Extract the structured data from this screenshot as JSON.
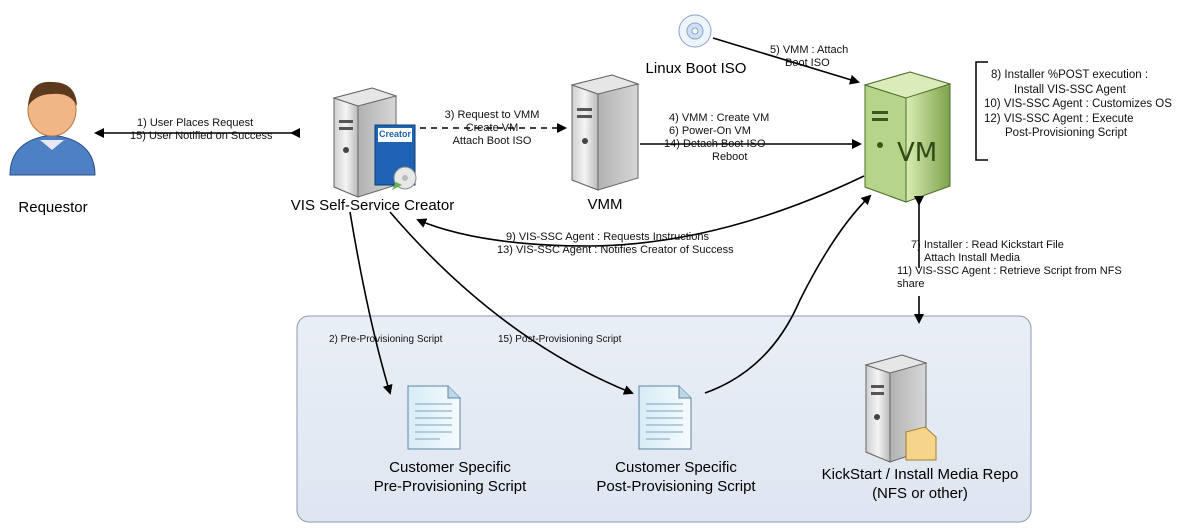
{
  "nodes": {
    "requestor": "Requestor",
    "creator": "VIS Self-Service Creator",
    "vmm": "VMM",
    "iso": "Linux Boot ISO",
    "vm_badge": "VM",
    "script_pre": [
      "Customer Specific",
      "Pre-Provisioning Script"
    ],
    "script_post": [
      "Customer Specific",
      "Post-Provisioning Script"
    ],
    "repo": [
      "KickStart / Install Media Repo",
      "(NFS or other)"
    ],
    "creator_box_title": "Creator"
  },
  "edges": {
    "user": [
      "1) User Places Request",
      "15) User Notified on Success"
    ],
    "creator_vmm": [
      "3) Request to VMM",
      "Create VM",
      "Attach Boot ISO"
    ],
    "vmm_vm": [
      "4) VMM : Create VM",
      "6) Power-On VM",
      "14) Detach Boot ISO",
      "Reboot"
    ],
    "iso_vm": [
      "5) VMM : Attach",
      "Boot ISO"
    ],
    "vm_notes": [
      "8) Installer %POST execution :",
      "Install VIS-SSC Agent",
      "10) VIS-SSC Agent : Customizes OS",
      "12) VIS-SSC Agent : Execute",
      "Post-Provisioning Script"
    ],
    "agent_creator": [
      "9) VIS-SSC Agent : Requests Instructions",
      "13) VIS-SSC Agent : Notifies Creator of Success"
    ],
    "installer_repo": [
      "7) Installer : Read Kickstart File",
      "Attach Install Media",
      "11) VIS-SSC Agent : Retrieve Script from NFS",
      "share"
    ],
    "pre_script": "2) Pre-Provisioning Script",
    "post_script": "15) Post-Provisioning Script"
  }
}
